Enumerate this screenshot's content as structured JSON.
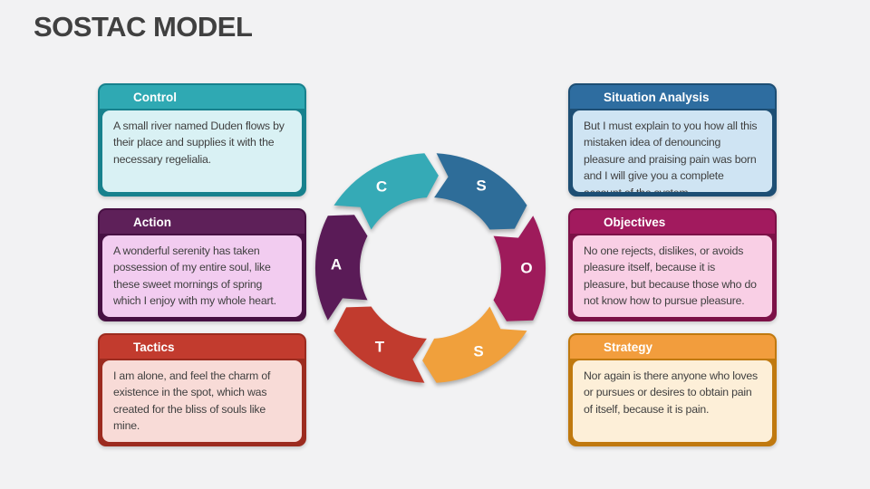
{
  "slide": {
    "title": "SOSTAC MODEL",
    "background": "#f2f2f3",
    "title_color": "#404040"
  },
  "cards": [
    {
      "title": "Control",
      "body": "A small river named Duden flows by their place and supplies it with the necessary regelialia.",
      "header": "#2fa9b3",
      "frame": "#17818d",
      "panel": "#d9f1f4"
    },
    {
      "title": "Action",
      "body": "A wonderful serenity has taken possession of my entire soul, like these sweet mornings of spring which I enjoy with my whole heart.",
      "header": "#5e2059",
      "frame": "#471043",
      "panel": "#f2ccf0"
    },
    {
      "title": "Tactics",
      "body": "I am alone, and feel the charm of existence in the spot, which was created for the bliss of souls like mine.",
      "header": "#c23b2e",
      "frame": "#9c2b1f",
      "panel": "#f8dbd7"
    },
    {
      "title": "Situation Analysis",
      "body": "But I must explain to you how all this mistaken idea of denouncing pleasure and praising pain was born and I will give you a complete account of the system.",
      "header": "#2e6da0",
      "frame": "#1d4e74",
      "panel": "#cfe4f3"
    },
    {
      "title": "Objectives",
      "body": "No one rejects, dislikes, or avoids pleasure itself, because it is pleasure, but because those who do not know how to pursue pleasure.",
      "header": "#a21a5e",
      "frame": "#7c1147",
      "panel": "#f9cfe5"
    },
    {
      "title": "Strategy",
      "body": "Nor again is there anyone who loves or pursues or desires to obtain pain of itself, because it is pain.",
      "header": "#f29d3d",
      "frame": "#c0790f",
      "panel": "#fdefd8"
    }
  ],
  "cycle": {
    "segments": [
      {
        "letter": "S",
        "color": "#2e6d99"
      },
      {
        "letter": "O",
        "color": "#9e1b5b"
      },
      {
        "letter": "S",
        "color": "#f0a03c"
      },
      {
        "letter": "T",
        "color": "#c13b2e"
      },
      {
        "letter": "A",
        "color": "#5a1b57"
      },
      {
        "letter": "C",
        "color": "#35aab6"
      }
    ]
  }
}
